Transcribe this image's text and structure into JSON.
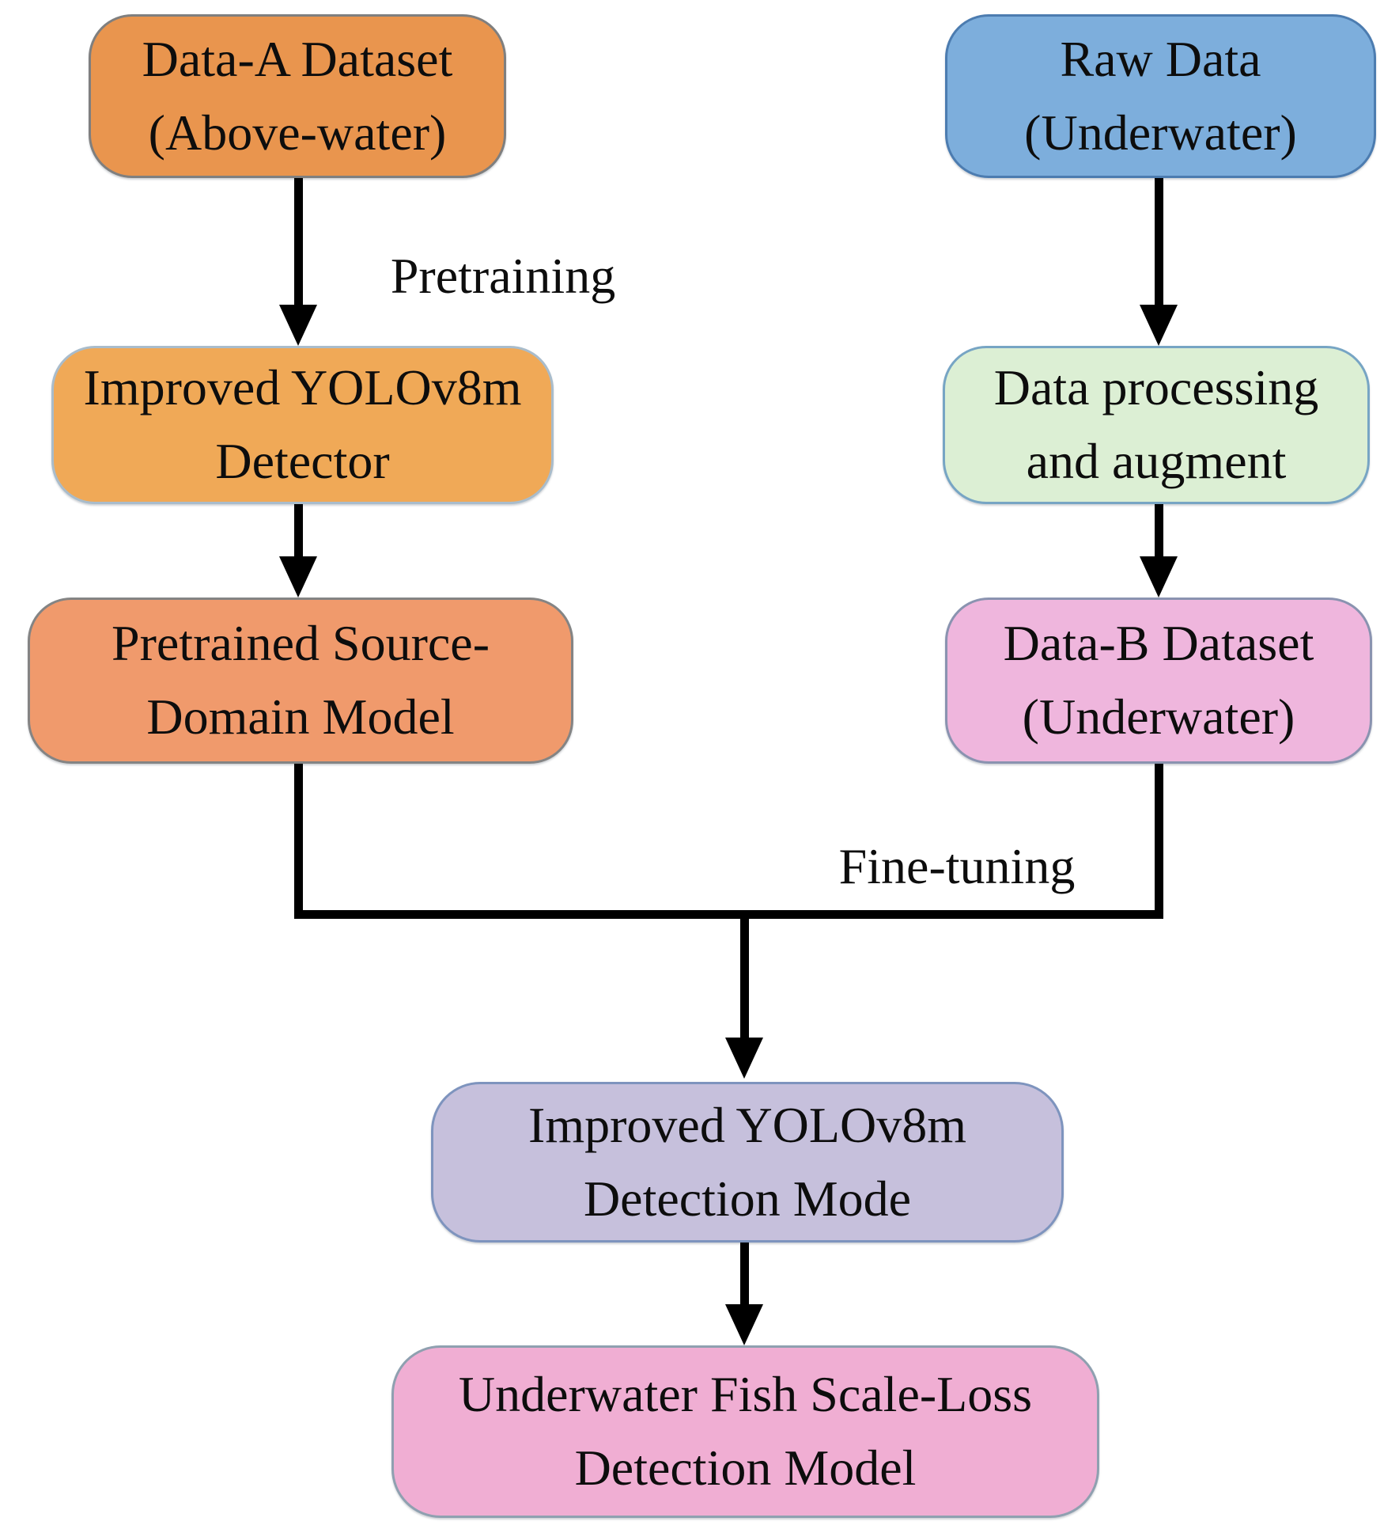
{
  "diagram": {
    "type": "flowchart",
    "nodes": {
      "data_a": {
        "label": "Data-A Dataset\n(Above-water)",
        "fill": "#E9954E",
        "border": "#7F7F7F"
      },
      "raw_data": {
        "label": "Raw Data\n(Underwater)",
        "fill": "#7DAEDC",
        "border": "#4C7CB0"
      },
      "detector": {
        "label": "Improved YOLOv8m\nDetector",
        "fill": "#F0A957",
        "border": "#A9BCCB"
      },
      "processing": {
        "label": "Data processing\nand augment",
        "fill": "#DCEFD4",
        "border": "#77A5C4"
      },
      "pretrained": {
        "label": "Pretrained Source-\nDomain Model",
        "fill": "#F09A6C",
        "border": "#848484"
      },
      "data_b": {
        "label": "Data-B Dataset\n(Underwater)",
        "fill": "#EFB6DD",
        "border": "#8A93B0"
      },
      "detection_mode": {
        "label": "Improved YOLOv8m\nDetection Mode",
        "fill": "#C6C0DC",
        "border": "#7E94BE"
      },
      "final_model": {
        "label": "Underwater Fish Scale-Loss\nDetection Model",
        "fill": "#F0AED3",
        "border": "#8FA0B0"
      }
    },
    "edge_labels": {
      "pretraining": "Pretraining",
      "fine_tuning": "Fine-tuning"
    },
    "arrow_color": "#000000",
    "background": "#FFFFFF"
  }
}
